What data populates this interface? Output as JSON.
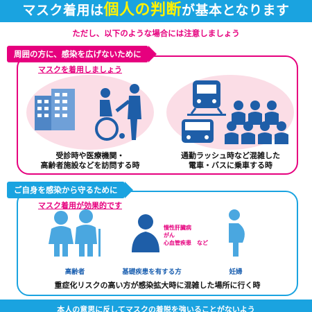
{
  "title": {
    "part1": "マスク着用は",
    "highlight": "個人の判断",
    "part2": "が基本となります"
  },
  "note": "ただし、以下のような場合には注意しましょう",
  "section1": {
    "header": "周囲の方に、感染を広げないために",
    "subheader": "マスクを着用しましょう",
    "cases": [
      {
        "line1": "受診時や医療機関・",
        "line2": "高齢者施設などを訪問する時"
      },
      {
        "line1": "通勤ラッシュ時など混雑した",
        "line2": "電車・バスに乗車する時"
      }
    ]
  },
  "section2": {
    "header": "ご自身を感染から守るために",
    "subheader": "マスク着用が効果的です",
    "groups": [
      "高齢者",
      "基礎疾患を有する方",
      "妊婦"
    ],
    "diseases": [
      "慢性肝臓病",
      "がん",
      "心血管疾患　など"
    ],
    "summary": "重症化リスクの高い方が感染拡大時に混雑した場所に行く時"
  },
  "footer": "本人の意思に反してマスクの着脱を強いることがないよう",
  "colors": {
    "blue": "#1aa3e0",
    "magenta": "#e6007e",
    "pink": "#fbdde6",
    "yellow": "#fff200"
  }
}
